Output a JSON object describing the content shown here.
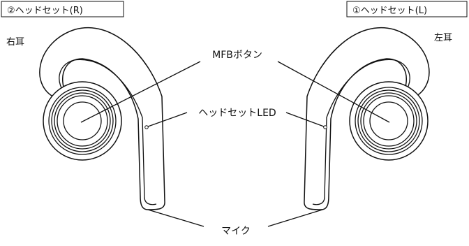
{
  "headsets": {
    "right": {
      "box_label": "②ヘッドセット(R)",
      "ear_label": "右耳"
    },
    "left": {
      "box_label": "①ヘッドセット(L)",
      "ear_label": "左耳"
    }
  },
  "callouts": {
    "mfb": "MFBボタン",
    "led": "ヘッドセットLED",
    "mic": "マイク"
  }
}
